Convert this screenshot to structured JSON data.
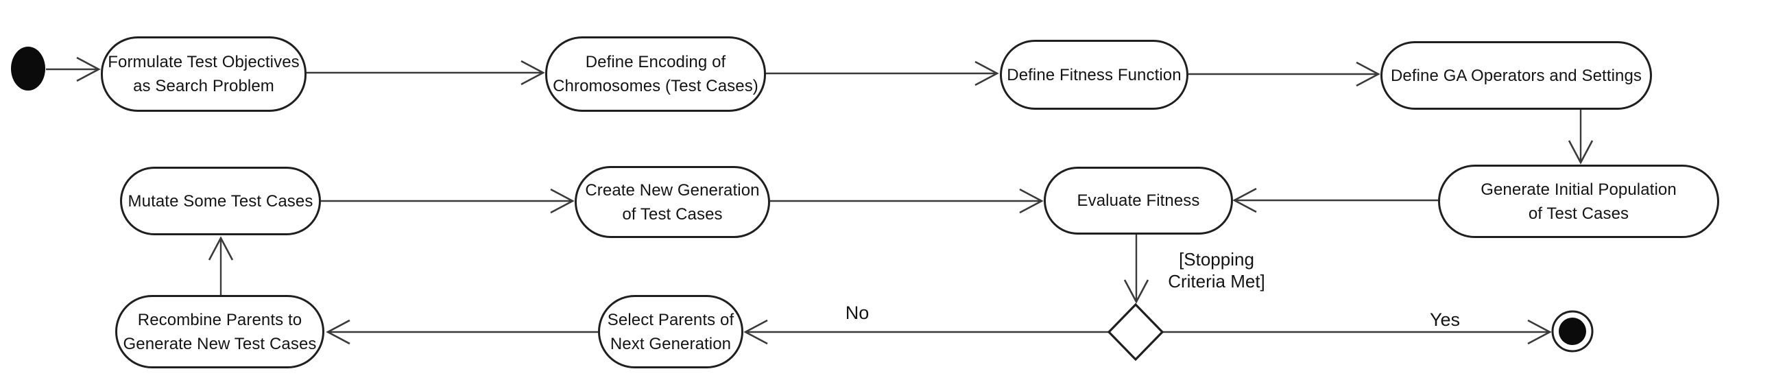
{
  "diagram": {
    "type": "uml-activity-diagram",
    "colors": {
      "background": "#ffffff",
      "node_fill": "#ffffff",
      "node_border": "#1f1f1f",
      "edge_stroke": "#3a3a3a",
      "text": "#141414",
      "start_end_fill": "#0b0b0b"
    }
  },
  "nodes": {
    "start": {
      "type": "initial-node"
    },
    "formulate": {
      "label": "Formulate Test Objectives\nas Search Problem"
    },
    "encoding": {
      "label": "Define Encoding of\nChromosomes (Test Cases)"
    },
    "fitness_function": {
      "label": "Define Fitness Function"
    },
    "ga_operators": {
      "label": "Define GA Operators and Settings"
    },
    "mutate": {
      "label": "Mutate Some Test Cases"
    },
    "new_generation": {
      "label": "Create New Generation\nof Test Cases"
    },
    "evaluate": {
      "label": "Evaluate Fitness"
    },
    "initial_population": {
      "label": "Generate Initial Population\nof Test Cases"
    },
    "recombine": {
      "label": "Recombine Parents to\nGenerate New Test Cases"
    },
    "select_parents": {
      "label": "Select Parents of\nNext Generation"
    },
    "decision": {
      "type": "decision-node"
    },
    "end": {
      "type": "final-node"
    }
  },
  "edges": [
    {
      "from": "start",
      "to": "formulate"
    },
    {
      "from": "formulate",
      "to": "encoding"
    },
    {
      "from": "encoding",
      "to": "fitness_function"
    },
    {
      "from": "fitness_function",
      "to": "ga_operators"
    },
    {
      "from": "ga_operators",
      "to": "initial_population"
    },
    {
      "from": "initial_population",
      "to": "evaluate"
    },
    {
      "from": "mutate",
      "to": "new_generation"
    },
    {
      "from": "new_generation",
      "to": "evaluate"
    },
    {
      "from": "evaluate",
      "to": "decision",
      "label": "[Stopping\nCriteria Met]"
    },
    {
      "from": "decision",
      "to": "select_parents",
      "label": "No"
    },
    {
      "from": "select_parents",
      "to": "recombine"
    },
    {
      "from": "recombine",
      "to": "mutate"
    },
    {
      "from": "decision",
      "to": "end",
      "label": "Yes"
    }
  ]
}
